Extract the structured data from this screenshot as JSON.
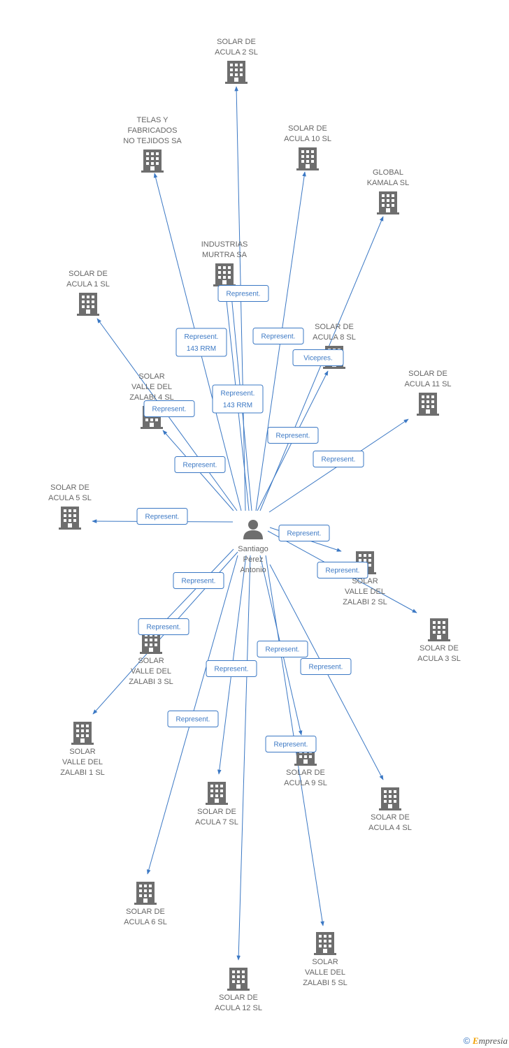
{
  "colors": {
    "edge": "#3b78c4",
    "building": "#6e6e6e",
    "person": "#6e6e6e",
    "label": "#666666"
  },
  "center": {
    "name_lines": [
      "Santiago",
      "Perez",
      "Antonio"
    ],
    "icon": "person-icon"
  },
  "nodes": [
    {
      "id": "acula2",
      "lines": [
        "SOLAR DE",
        "ACULA 2 SL"
      ],
      "icon": "building-icon"
    },
    {
      "id": "telas",
      "lines": [
        "TELAS Y",
        "FABRICADOS",
        "NO TEJIDOS SA"
      ],
      "icon": "building-icon"
    },
    {
      "id": "acula10",
      "lines": [
        "SOLAR DE",
        "ACULA 10 SL"
      ],
      "icon": "building-icon"
    },
    {
      "id": "global",
      "lines": [
        "GLOBAL",
        "KAMALA SL"
      ],
      "icon": "building-icon"
    },
    {
      "id": "murtra",
      "lines": [
        "INDUSTRIAS",
        "MURTRA SA"
      ],
      "icon": "building-icon"
    },
    {
      "id": "acula1",
      "lines": [
        "SOLAR DE",
        "ACULA 1 SL"
      ],
      "icon": "building-icon"
    },
    {
      "id": "acula8",
      "lines": [
        "SOLAR DE",
        "ACULA 8 SL"
      ],
      "icon": "building-icon"
    },
    {
      "id": "zalabi4",
      "lines": [
        "SOLAR",
        "VALLE DEL",
        "ZALABI 4 SL"
      ],
      "icon": "building-icon"
    },
    {
      "id": "acula11",
      "lines": [
        "SOLAR DE",
        "ACULA 11 SL"
      ],
      "icon": "building-icon"
    },
    {
      "id": "acula5",
      "lines": [
        "SOLAR DE",
        "ACULA 5 SL"
      ],
      "icon": "building-icon"
    },
    {
      "id": "zalabi2",
      "lines": [
        "SOLAR",
        "VALLE DEL",
        "ZALABI 2 SL"
      ],
      "icon": "building-icon"
    },
    {
      "id": "acula3",
      "lines": [
        "SOLAR DE",
        "ACULA 3 SL"
      ],
      "icon": "building-icon"
    },
    {
      "id": "zalabi3",
      "lines": [
        "SOLAR",
        "VALLE DEL",
        "ZALABI 3 SL"
      ],
      "icon": "building-icon"
    },
    {
      "id": "zalabi1",
      "lines": [
        "SOLAR",
        "VALLE DEL",
        "ZALABI 1 SL"
      ],
      "icon": "building-icon"
    },
    {
      "id": "acula9",
      "lines": [
        "SOLAR DE",
        "ACULA 9 SL"
      ],
      "icon": "building-icon"
    },
    {
      "id": "acula7",
      "lines": [
        "SOLAR DE",
        "ACULA 7 SL"
      ],
      "icon": "building-icon"
    },
    {
      "id": "acula4",
      "lines": [
        "SOLAR DE",
        "ACULA 4 SL"
      ],
      "icon": "building-icon"
    },
    {
      "id": "acula6",
      "lines": [
        "SOLAR DE",
        "ACULA 6 SL"
      ],
      "icon": "building-icon"
    },
    {
      "id": "zalabi5",
      "lines": [
        "SOLAR",
        "VALLE DEL",
        "ZALABI 5 SL"
      ],
      "icon": "building-icon"
    },
    {
      "id": "acula12",
      "lines": [
        "SOLAR DE",
        "ACULA 12 SL"
      ],
      "icon": "building-icon"
    }
  ],
  "edges": [
    {
      "to": "acula2",
      "label": []
    },
    {
      "to": "telas",
      "label": [
        "Represent.",
        "143 RRM"
      ]
    },
    {
      "to": "acula10",
      "label": [
        "Represent."
      ]
    },
    {
      "to": "global",
      "label": [
        "Vicepres."
      ]
    },
    {
      "to": "murtra",
      "label": [
        "Represent.",
        "143 RRM"
      ]
    },
    {
      "to": "murtra",
      "label": [
        "Represent."
      ]
    },
    {
      "to": "acula1",
      "label": [
        "Represent."
      ]
    },
    {
      "to": "acula8",
      "label": [
        "Represent."
      ]
    },
    {
      "to": "zalabi4",
      "label": [
        "Represent."
      ]
    },
    {
      "to": "acula11",
      "label": [
        "Represent."
      ]
    },
    {
      "to": "acula5",
      "label": [
        "Represent."
      ]
    },
    {
      "to": "zalabi2",
      "label": [
        "Represent."
      ]
    },
    {
      "to": "acula3",
      "label": [
        "Represent."
      ]
    },
    {
      "to": "zalabi3",
      "label": [
        "Represent."
      ]
    },
    {
      "to": "zalabi1",
      "label": [
        "Represent."
      ]
    },
    {
      "to": "acula9",
      "label": [
        "Represent."
      ]
    },
    {
      "to": "acula7",
      "label": [
        "Represent."
      ]
    },
    {
      "to": "acula4",
      "label": [
        "Represent."
      ]
    },
    {
      "to": "acula6",
      "label": [
        "Represent."
      ]
    },
    {
      "to": "zalabi5",
      "label": [
        "Represent."
      ]
    },
    {
      "to": "acula12",
      "label": []
    }
  ],
  "footer": {
    "copyright": "©",
    "brand_initial": "E",
    "brand_rest": "mpresia"
  }
}
